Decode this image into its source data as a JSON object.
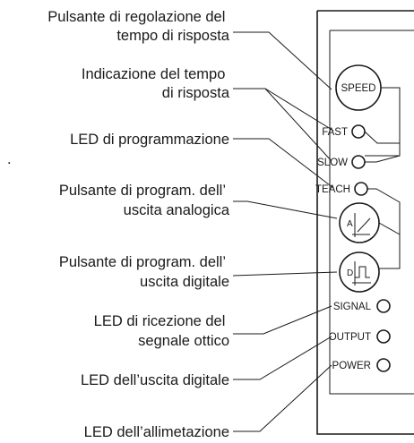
{
  "callouts": {
    "speed_button": [
      "Pulsante di regolazione del",
      "tempo di risposta"
    ],
    "response_time_indication": [
      "Indicazione del  tempo",
      "di risposta"
    ],
    "teach_led": [
      "LED di programmazione"
    ],
    "analog_button": [
      "Pulsante di program. dell’",
      "uscita analogica"
    ],
    "digital_button": [
      "Pulsante di program. dell’",
      "uscita digitale"
    ],
    "signal_led": [
      "LED  di ricezione del",
      "segnale ottico"
    ],
    "output_led": [
      "LED dell’uscita digitale"
    ],
    "power_led": [
      "LED  dell’allimetazione"
    ]
  },
  "panel": {
    "speed_button_label": "SPEED",
    "fast_label": "FAST",
    "slow_label": "SLOW",
    "teach_label": "TEACH",
    "analog_letter": "A",
    "digital_letter": "D",
    "signal_label": "SIGNAL",
    "output_label": "OUTPUT",
    "power_label": "POWER"
  },
  "stray_mark": "."
}
